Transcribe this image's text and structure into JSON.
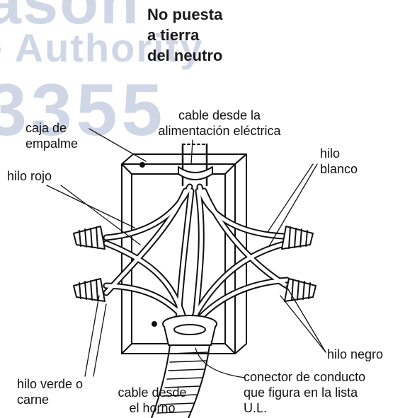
{
  "watermark": [
    "ason",
    "e Authority",
    "3355"
  ],
  "title": [
    "No puesta",
    "a tierra",
    "del neutro"
  ],
  "labels": {
    "junction_box": [
      "caja de",
      "empalme"
    ],
    "power_cable": [
      "cable desde la",
      "alimentación eléctrica"
    ],
    "red_wire": "hilo rojo",
    "white_wire": [
      "hilo",
      "blanco"
    ],
    "black_wire": "hilo negro",
    "green_wire": [
      "hilo verde o",
      "carne"
    ],
    "oven_cable": [
      "cable desde",
      "el horno"
    ],
    "conduit_connector": [
      "conector de conducto",
      "que figura en la lista",
      "U.L."
    ]
  }
}
